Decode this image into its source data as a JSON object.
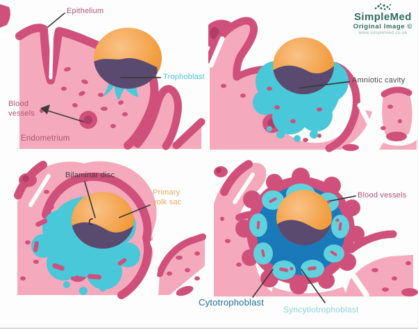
{
  "watermark": {
    "brand": "SimpleMed",
    "line": "Original Image ©",
    "website": "www.simplemed.co.uk"
  },
  "labels": {
    "epithelium": "Epithelium",
    "trophoblast": "Trophoblast",
    "blood_vessels": "Blood vessels",
    "endometrium": "Endometrium",
    "amniotic_cavity": "Amniotic cavity",
    "bilaminar_disc": "Bilaminar disc",
    "primary_yolk_sac": "Primary yolk sac",
    "blood_vessels_2": "Blood vessels",
    "cytotrophoblast": "Cytotrophoblast",
    "syncytiotrophoblast": "Syncytiotrophoblast"
  },
  "colors": {
    "endometrium": "#f4a9bd",
    "epithelium": "#d0507c",
    "vessel_dark": "#b13d66",
    "trophoblast": "#48c8d9",
    "trophoblast_light": "#5fd2de",
    "syncytio": "#1a79b8",
    "yolk": "#ee8e2e",
    "yolk_light": "#fac288",
    "purple": "#5b4a70",
    "label_mauve": "#b2537a",
    "label_cyan": "#4cc4d6",
    "label_dark": "#4a4a4a",
    "label_orange": "#e9a75f",
    "label_blue": "#1d6b9e",
    "label_light_cyan": "#8ad3dd",
    "logo_teal": "#2f6b5e",
    "logo_gray": "#9ab3a7"
  }
}
